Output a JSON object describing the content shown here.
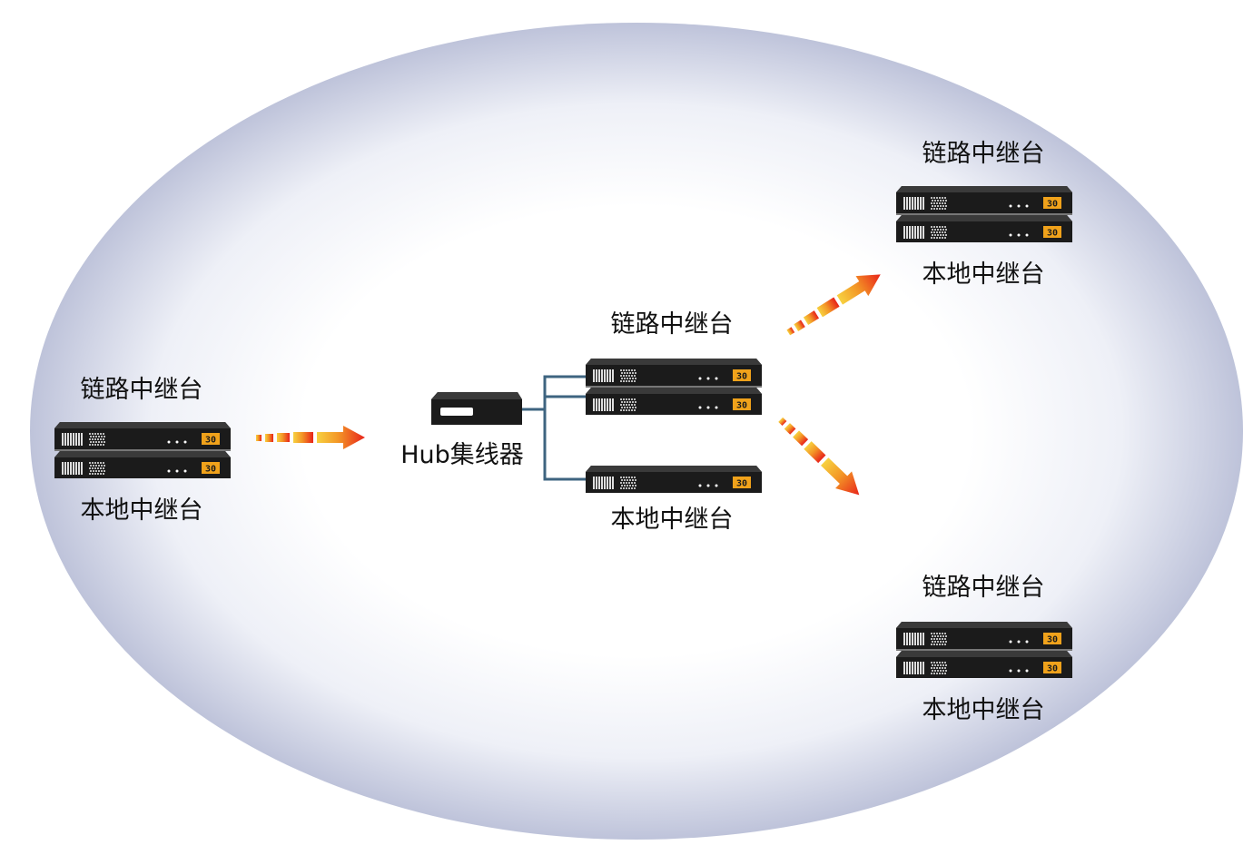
{
  "labels": {
    "left_top": "链路中继台",
    "left_bottom": "本地中继台",
    "hub": "Hub集线器",
    "center_top": "链路中继台",
    "center_bottom": "本地中继台",
    "right_upper_top": "链路中继台",
    "right_upper_bottom": "本地中继台",
    "right_lower_top": "链路中继台",
    "right_lower_bottom": "本地中继台"
  },
  "panel_badge": "30",
  "colors": {
    "ellipse_edge": "#b9bfd8",
    "ellipse_center": "#ffffff",
    "device_body": "#1b1b1b",
    "badge": "#f0a21b",
    "connector": "#3e6480",
    "arrow_start": "#f7d140",
    "arrow_end": "#e8231a"
  },
  "icons": [
    "relay-server-icon",
    "hub-icon",
    "flow-arrow-icon"
  ]
}
